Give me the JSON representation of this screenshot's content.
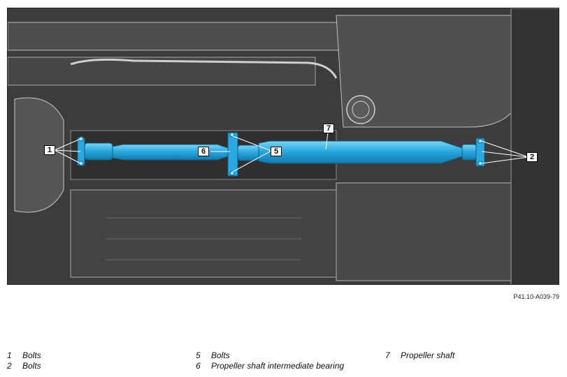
{
  "figure": {
    "callouts": {
      "c1": "1",
      "c2": "2",
      "c5": "5",
      "c6": "6",
      "c7": "7"
    },
    "reference": "P41.10-A039-79"
  },
  "legend": {
    "col1": [
      {
        "num": "1",
        "text": "Bolts"
      },
      {
        "num": "2",
        "text": "Bolts"
      }
    ],
    "col2": [
      {
        "num": "5",
        "text": "Bolts"
      },
      {
        "num": "6",
        "text": "Propeller shaft intermediate bearing"
      }
    ],
    "col3": [
      {
        "num": "7",
        "text": "Propeller shaft"
      }
    ]
  },
  "colors": {
    "highlight": "#2aa9e0",
    "underbody": "#3c3c3c",
    "outline": "#cfcfcf"
  }
}
